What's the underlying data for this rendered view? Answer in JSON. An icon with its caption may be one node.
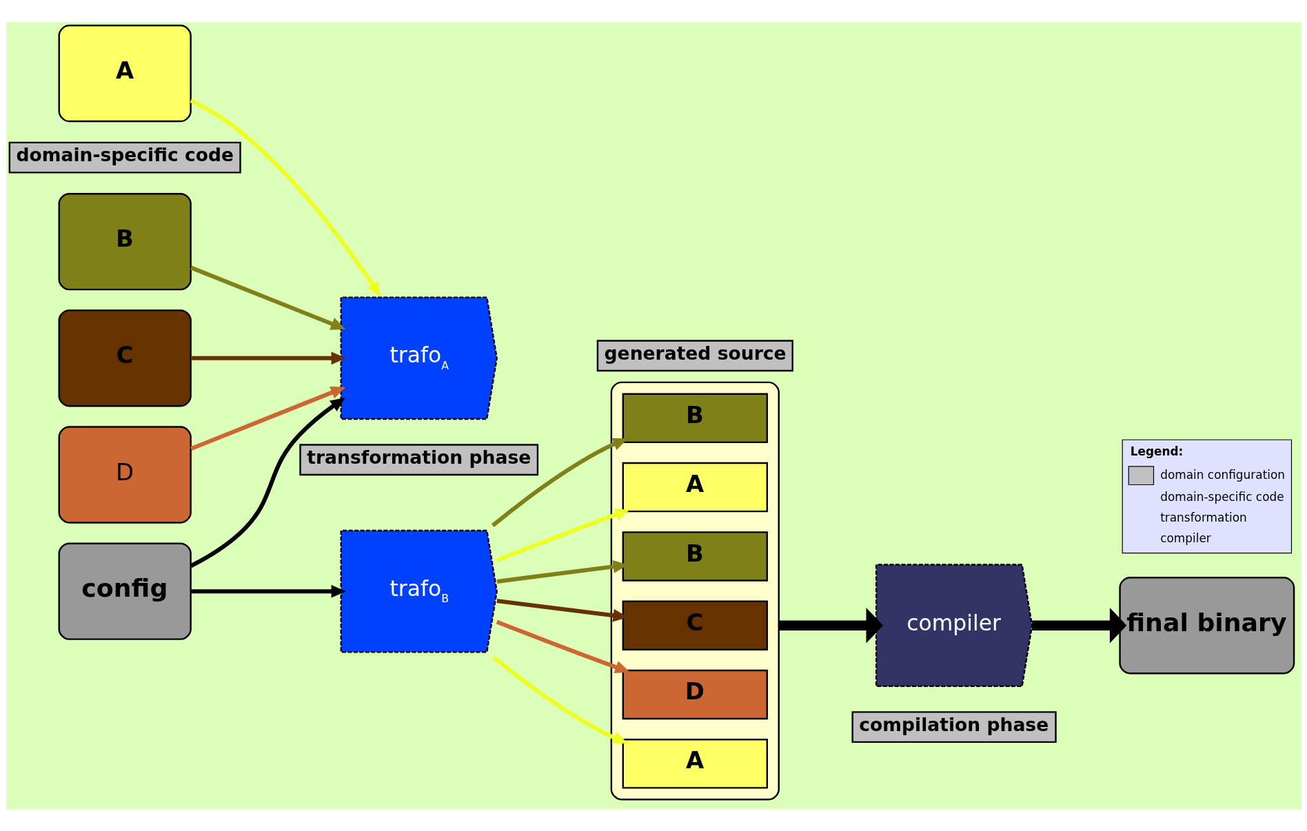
{
  "diagram": {
    "nodes": [
      {
        "text": [
          "A"
        ]
      },
      {
        "text": [
          "B"
        ]
      },
      {
        "text": [
          "C"
        ]
      },
      {
        "text": [
          "D"
        ]
      },
      {
        "text": [
          "trafo$_{A}$"
        ]
      },
      {
        "text": [
          "trafo$_{B}$"
        ]
      },
      {
        "text": [
          "config"
        ]
      },
      {
        "text": [],
        "shape": "box"
      },
      {
        "text": [
          "B"
        ],
        "in": 7
      },
      {
        "text": [
          "A"
        ],
        "in": 7
      },
      {
        "text": [
          "B"
        ],
        "in": 7
      },
      {
        "text": [
          "C"
        ],
        "in": 7
      },
      {
        "text": [
          "D"
        ],
        "in": 7
      },
      {
        "text": [
          "A"
        ],
        "in": 7
      },
      {
        "text": [
          "compiler"
        ]
      },
      {
        "text": [
          "final binary"
        ]
      },
      {
        "text": [
          "domain-specific code"
        ]
      },
      {
        "text": [
          "transformation phase"
        ]
      },
      {
        "text": [
          "generated source"
        ]
      },
      {
        "text": [
          "compilation phase"
        ]
      }
    ],
    "edges": [
      {
        "from": 0,
        "to": 4,
        "arrow": "to",
        "color": "#eeff22"
      },
      {
        "from": 1,
        "to": 4,
        "arrow": "to",
        "color": "#808019"
      },
      {
        "from": 2,
        "to": 4,
        "arrow": "to",
        "color": "#663300"
      },
      {
        "from": 3,
        "to": 4,
        "arrow": "to",
        "color": "#cc6633"
      },
      {
        "from": 5,
        "to": 8,
        "arrow": "to",
        "color": "#808019"
      },
      {
        "from": 5,
        "to": 9,
        "arrow": "to",
        "color": "#eeff22"
      },
      {
        "from": 5,
        "to": 10,
        "arrow": "to",
        "color": "#808019"
      },
      {
        "from": 5,
        "to": 11,
        "arrow": "to",
        "color": "#663300"
      },
      {
        "from": 5,
        "to": 12,
        "arrow": "to",
        "color": "#cc6633"
      },
      {
        "from": 5,
        "to": 13,
        "arrow": "to",
        "color": "#eeff22"
      },
      {
        "from": 6,
        "to": 4,
        "arrow": "to"
      },
      {
        "from": 6,
        "to": 5,
        "arrow": "to"
      },
      {
        "from": 7,
        "to": 14,
        "arrow": "to",
        "style": "thick"
      },
      {
        "from": 14,
        "to": 15,
        "arrow": "to",
        "style": "thick"
      }
    ],
    "labels": [
      "Legend:"
    ],
    "legend": [
      {
        "text": "domain configuration",
        "color": "#c0c0c0"
      },
      {
        "text": "domain-specific code"
      },
      {
        "text": "transformation"
      },
      {
        "text": "compiler"
      }
    ]
  }
}
